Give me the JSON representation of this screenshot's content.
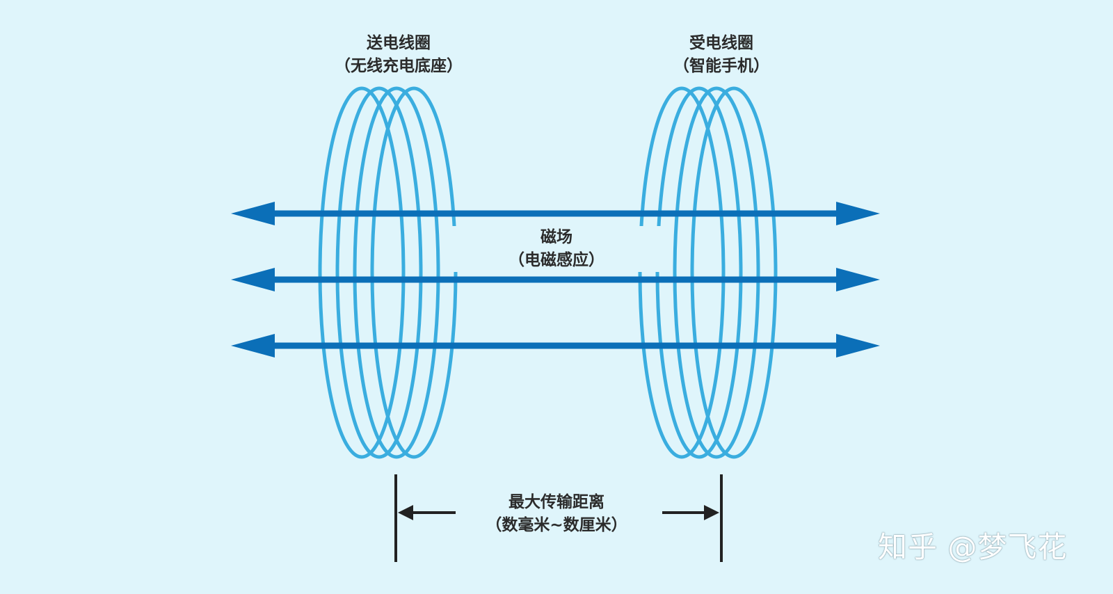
{
  "colors": {
    "background": "#dff5fb",
    "coil": "#3aaddf",
    "field_arrow": "#0b6fb8",
    "dimension_line": "#222222",
    "text": "#2b2b2b"
  },
  "transmit_coil": {
    "title": "送电线圈",
    "subtitle": "（无线充电底座）"
  },
  "receive_coil": {
    "title": "受电线圈",
    "subtitle": "（智能手机）"
  },
  "magnetic_field": {
    "title": "磁场",
    "subtitle": "（电磁感应）"
  },
  "max_distance": {
    "title": "最大传输距离",
    "subtitle": "（数毫米~数厘米）"
  },
  "watermark": "知乎 @梦飞花",
  "icons": {
    "field_arrows": "double-headed-arrow",
    "coils": "coil-loops"
  }
}
